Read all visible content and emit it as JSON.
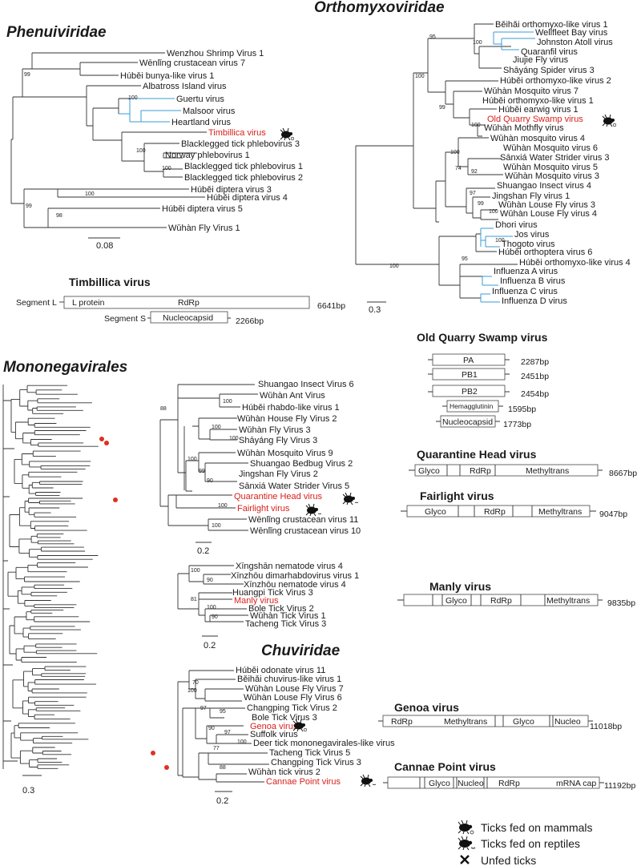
{
  "families": {
    "phenuiviridae": "Phenuiviridae",
    "orthomyxoviridae": "Orthomyxoviridae",
    "mononegavirales": "Mononegavirales",
    "chuviridae": "Chuviridae"
  },
  "phenui_tree": {
    "taxa": [
      "Wenzhou Shrimp Virus 1",
      "Wēnlǐng crustacean virus 7",
      "Húběi bunya-like virus 1",
      "Albatross Island virus",
      "Guertu virus",
      "Malsoor virus",
      "Heartland virus",
      "Timbillica virus",
      "Blacklegged tick phlebovirus 3",
      "Norway phlebovirus 1",
      "Blacklegged tick phlebovirus 1",
      "Blacklegged tick phlebovirus 2",
      "Húběi diptera virus 3",
      "Húběi diptera virus 4",
      "Húběi diptera virus 5",
      "Wǔhàn Fly Virus 1"
    ],
    "bootstrap": [
      "99",
      "100",
      "100",
      "100",
      "100",
      "99",
      "98"
    ],
    "scale": "0.08"
  },
  "ortho_tree": {
    "taxa": [
      "Běihǎi orthomyxo-like virus 1",
      "Wellfleet Bay virus",
      "Johnston Atoll virus",
      "Quaranfil virus",
      "Jiujie Fly virus",
      "Shāyáng Spider virus 3",
      "Húběi orthomyxo-like virus 2",
      "Wǔhàn Mosquito virus 7",
      "Húběi orthomyxo-like virus 1",
      "Húběi earwig virus 1",
      "Old Quarry Swamp virus",
      "Wǔhàn Mothfly virus",
      "Wǔhàn mosquito virus 4",
      "Wǔhàn Mosquito virus 6",
      "Sānxiá Water Strider virus 3",
      "Wǔhàn Mosquito virus 5",
      "Wǔhàn Mosquito virus 3",
      "Shuangao Insect virus 4",
      "Jingshan Fly virus 1",
      "Wǔhàn Louse Fly virus 3",
      "Wǔhàn Louse Fly virus 4",
      "Dhori virus",
      "Jos virus",
      "Thogoto virus",
      "Húběi orthoptera virus 6",
      "Húběi orthomyxo-like virus 4",
      "Influenza A virus",
      "Influenza B virus",
      "Influenza C virus",
      "Influenza D virus"
    ],
    "bootstrap": [
      "95",
      "100",
      "100",
      "99",
      "100",
      "100",
      "74",
      "92",
      "97",
      "99",
      "100",
      "100",
      "95",
      "100"
    ],
    "scale": "0.3"
  },
  "mono_tree": {
    "scale": "0.3"
  },
  "mono_sub1": {
    "taxa": [
      "Shuangao Insect Virus 6",
      "Wǔhàn Ant Virus",
      "Húběi rhabdo-like virus 1",
      "Wǔhàn House Fly Virus 2",
      "Wǔhàn Fly Virus 3",
      "Shāyáng Fly Virus 3",
      "Wǔhàn Mosquito Virus 9",
      "Shuangao Bedbug Virus 2",
      "Jingshan Fly Virus 2",
      "Sānxiá Water Strider Virus 5",
      "Quarantine Head virus",
      "Fairlight virus",
      "Wēnlǐng crustacean virus 11",
      "Wēnlǐng crustacean virus 10"
    ],
    "bootstrap": [
      "88",
      "100",
      "100",
      "100",
      "100",
      "99",
      "90",
      "100",
      "100"
    ],
    "scale": "0.2"
  },
  "mono_sub2": {
    "taxa": [
      "Xīngshān nematode virus 4",
      "Xīnzhōu dimarhabdovirus virus 1",
      "Xīnzhōu nematode virus 4",
      "Huangpi Tick Virus 3",
      "Manly virus",
      "Bole Tick Virus 2",
      "Wǔhàn Tick Virus 1",
      "Tacheng Tick Virus 3"
    ],
    "bootstrap": [
      "100",
      "90",
      "81",
      "100",
      "90"
    ],
    "scale": "0.2"
  },
  "chu_tree": {
    "taxa": [
      "Húběi odonate virus 11",
      "Běihǎi chuvirus-like virus 1",
      "Wǔhàn Louse Fly Virus 7",
      "Wǔhàn Louse Fly Virus 6",
      "Changping Tick Virus 2",
      "Bole Tick Virus 3",
      "Genoa virus",
      "Suffolk virus",
      "Deer tick mononegavirales-like virus",
      "Tacheng Tick Virus 5",
      "Changping Tick Virus 3",
      "Wǔhàn tick virus 2",
      "Cannae Point virus"
    ],
    "bootstrap": [
      "70",
      "100",
      "97",
      "95",
      "90",
      "97",
      "100",
      "77",
      "88"
    ],
    "scale": "0.2"
  },
  "genomes": {
    "timbillica": {
      "title": "Timbillica virus",
      "seg_l": "Segment L",
      "seg_s": "Segment S",
      "l_protein": "L protein",
      "rdrp": "RdRp",
      "nucleocapsid": "Nucleocapsid",
      "len_l": "6641bp",
      "len_s": "2266bp"
    },
    "oldquarry": {
      "title": "Old Quarry Swamp virus",
      "segments": [
        {
          "name": "PA",
          "len": "2287bp"
        },
        {
          "name": "PB1",
          "len": "2451bp"
        },
        {
          "name": "PB2",
          "len": "2454bp"
        },
        {
          "name": "Hemagglutinin",
          "len": "1595bp"
        },
        {
          "name": "Nucleocapsid",
          "len": "1773bp"
        }
      ]
    },
    "quarantine": {
      "title": "Quarantine Head virus",
      "g1": "Glyco",
      "g2": "RdRp",
      "g3": "Methyltrans",
      "len": "8667bp"
    },
    "fairlight": {
      "title": "Fairlight virus",
      "g1": "Glyco",
      "g2": "RdRp",
      "g3": "Methyltrans",
      "len": "9047bp"
    },
    "manly": {
      "title": "Manly virus",
      "g1": "Glyco",
      "g2": "RdRp",
      "g3": "Methyltrans",
      "len": "9835bp"
    },
    "genoa": {
      "title": "Genoa virus",
      "g1": "RdRp",
      "g2": "Methyltrans",
      "g3": "Glyco",
      "g4": "Nucleo",
      "len": "11018bp"
    },
    "cannae": {
      "title": "Cannae Point virus",
      "g1": "Glyco",
      "g2": "Nucleo",
      "g3": "RdRp",
      "g4": "mRNA cap",
      "len": "11192bp"
    }
  },
  "legend": {
    "mammals": "Ticks fed on mammals",
    "reptiles": "Ticks fed on reptiles",
    "unfed": "Unfed ticks"
  },
  "colors": {
    "highlight": "#d8201c",
    "blue_branch": "#3a9bd5",
    "marker": "#e03020"
  }
}
